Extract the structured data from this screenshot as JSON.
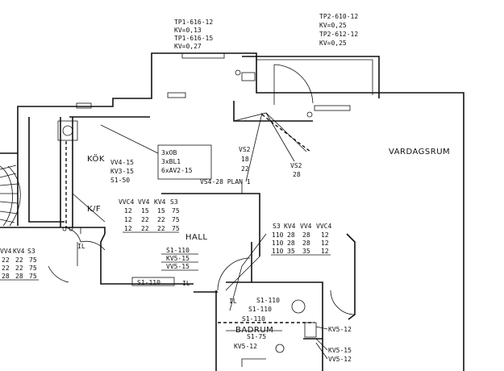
{
  "top_left_labels": [
    "TP1-616-12",
    "KV=0,13",
    "TP1-616-15",
    "KV=0,27"
  ],
  "top_right_labels": [
    "TP2-610-12",
    "KV=0,25",
    "TP2-612-12",
    "KV=0,25"
  ],
  "rooms": {
    "kitchen": "KÖK",
    "living": "VARDAGSRUM",
    "hall": "HALL",
    "bath": "BADRUM",
    "kf": "K/F"
  },
  "kitchen_box": [
    "3xOB",
    "3xBL1",
    "6xAV2-15"
  ],
  "kitchen_valves": [
    "VV4-15",
    "KV3-15",
    "S1-50"
  ],
  "vs_labels": {
    "vs2a": "VS2",
    "n18": "18",
    "n22": "22",
    "vs2b": "VS2",
    "n28": "28",
    "vs4": "VS4-28 PLAN 1"
  },
  "hall_table": {
    "headers": [
      "VVC4",
      "VV4",
      "KV4",
      "S3"
    ],
    "rows": [
      [
        "12",
        "15",
        "15",
        "75"
      ],
      [
        "12",
        "22",
        "22",
        "75"
      ],
      [
        "12",
        "22",
        "22",
        "75"
      ]
    ]
  },
  "right_table": {
    "headers": [
      "S3",
      "KV4",
      "VV4",
      "VVC4"
    ],
    "rows": [
      [
        "110",
        "28",
        "28",
        "12"
      ],
      [
        "110",
        "28",
        "28",
        "12"
      ],
      [
        "110",
        "35",
        "35",
        "12"
      ]
    ]
  },
  "left_table": {
    "headers": [
      "VV4",
      "KV4",
      "S3"
    ],
    "rows": [
      [
        "22",
        "22",
        "75"
      ],
      [
        "22",
        "22",
        "75"
      ],
      [
        "28",
        "28",
        "75"
      ]
    ]
  },
  "hall_valves": [
    "S1-110",
    "KV5-15",
    "VV5-15"
  ],
  "labels": {
    "il1": "IL",
    "il2": "IL",
    "il3": "IL",
    "s1_110_floor": "S1-110",
    "s1_110_b1": "S1-110",
    "s1_110_b2": "S1-110",
    "s1_110_b3": "S1-110",
    "s1_75": "S1-75",
    "kv5_12_a": "KV5-12",
    "kv5_12_b": "KV5-12",
    "kv5_15": "KV5-15",
    "vv5_12": "VV5-12"
  }
}
